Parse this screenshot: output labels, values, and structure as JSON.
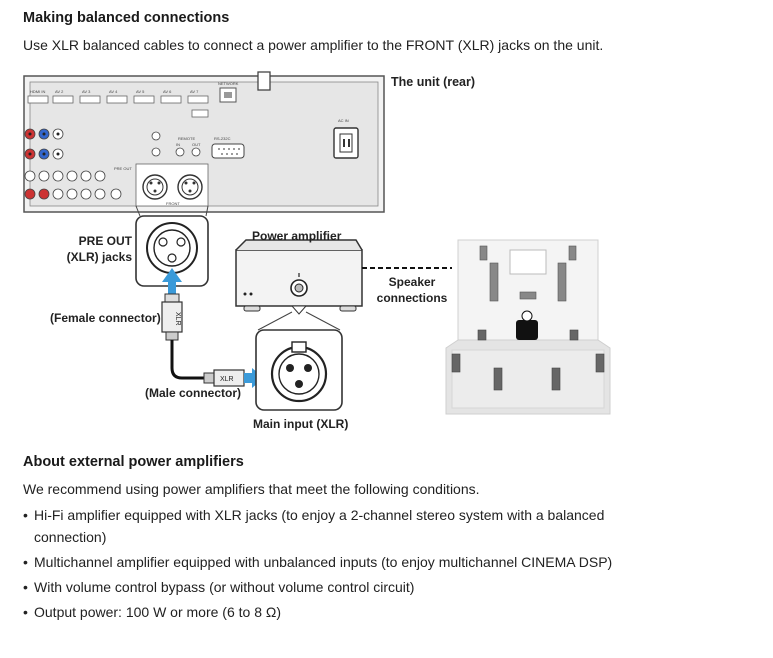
{
  "section1": {
    "heading": "Making balanced connections",
    "intro": "Use XLR balanced cables to connect a power amplifier to the FRONT (XLR) jacks on the unit."
  },
  "diagram": {
    "unit_label": "The unit (rear)",
    "pre_out_label": "PRE OUT\n(XLR) jacks",
    "power_amp_label": "Power amplifier",
    "speaker_label": "Speaker\nconnections",
    "female_label": "(Female connector)",
    "male_label": "(Male connector)",
    "main_input_label": "Main input (XLR)",
    "xlr_text": "XLR",
    "panel_texts": {
      "ac_in": "AC IN",
      "rs232c": "RS-232C",
      "network": "NETWORK",
      "remote": "REMOTE",
      "in": "IN",
      "out": "OUT",
      "pre_out": "PRE OUT",
      "front": "FRONT"
    }
  },
  "section2": {
    "heading": "About external power amplifiers",
    "intro": "We recommend using power amplifiers that meet the following conditions.",
    "items": [
      "Hi-Fi amplifier equipped with XLR jacks (to enjoy a 2-channel stereo system with a balanced connection)",
      "Multichannel amplifier equipped with unbalanced inputs (to enjoy multichannel CINEMA DSP)",
      "With volume control bypass (or without volume control circuit)",
      "Output power: 100 W or more (6 to 8 Ω)"
    ]
  }
}
